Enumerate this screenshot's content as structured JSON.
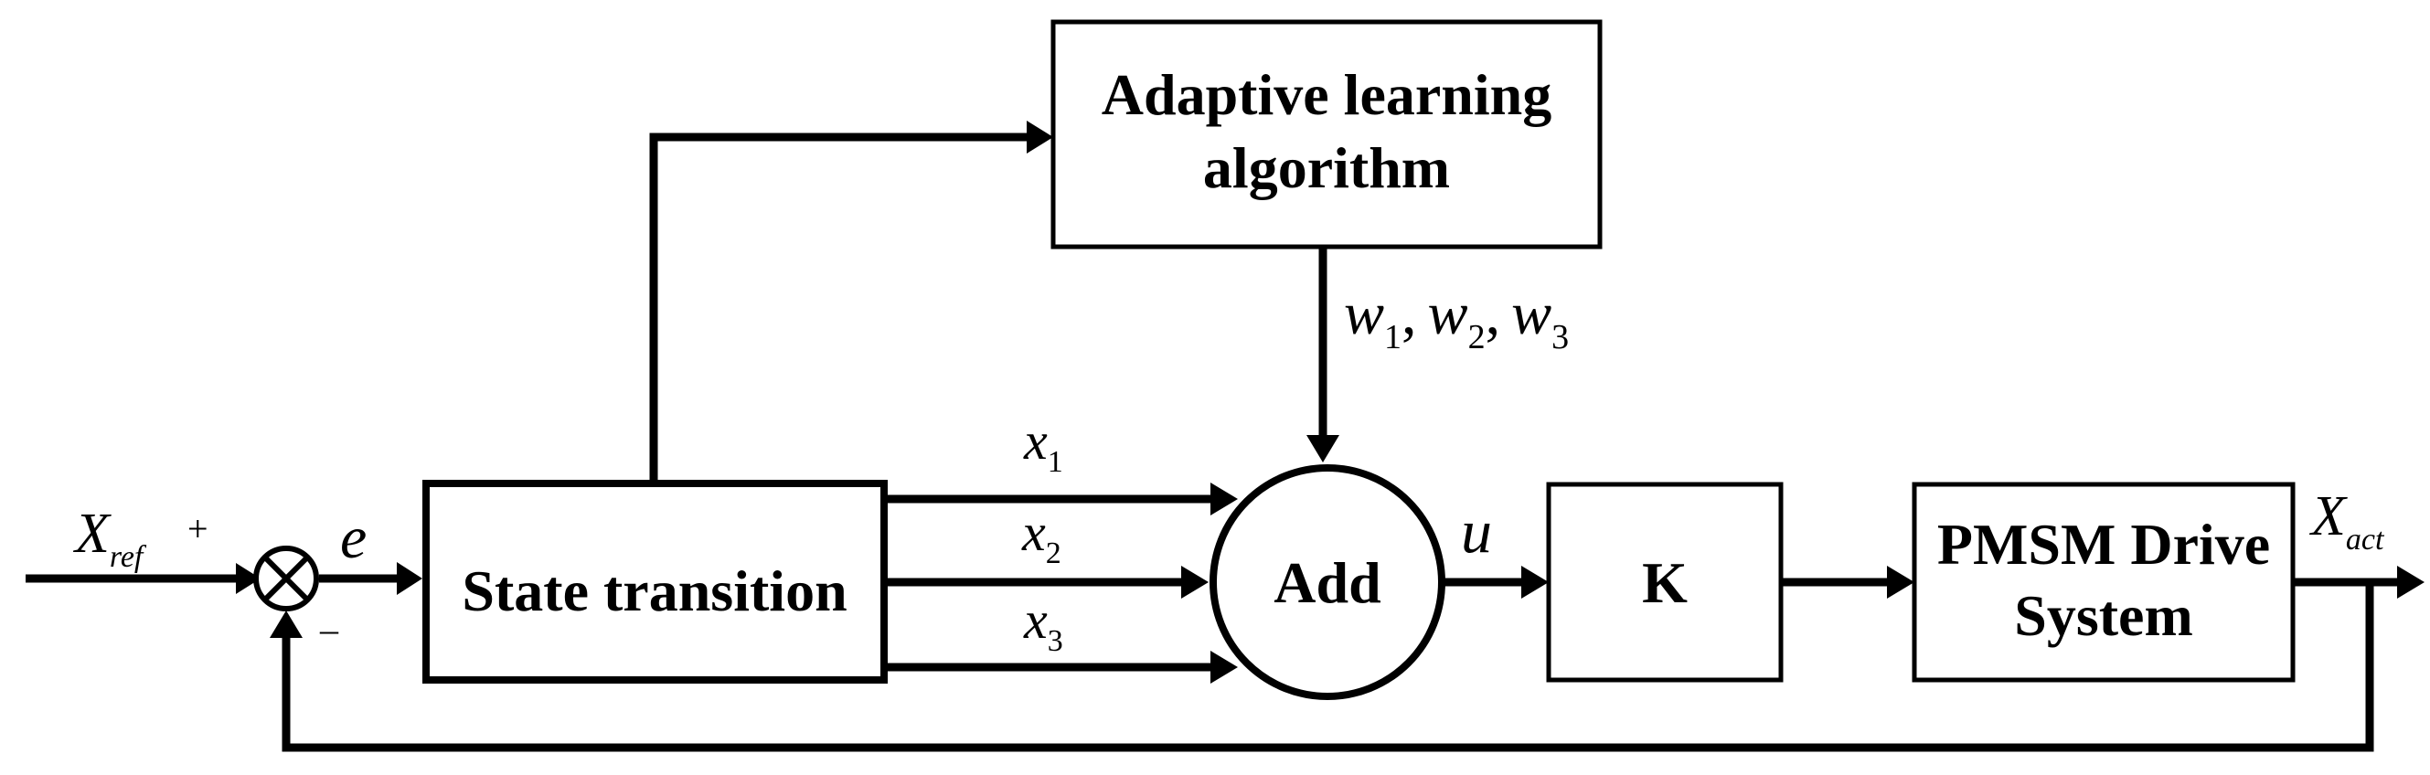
{
  "blocks": {
    "adaptive_line1": "Adaptive learning",
    "adaptive_line2": "algorithm",
    "state_transition": "State transition",
    "add": "Add",
    "gain": "K",
    "pmsm_line1": "PMSM Drive",
    "pmsm_line2": "System"
  },
  "signals": {
    "x_ref_base": "X",
    "x_ref_sub": "ref",
    "plus": "+",
    "minus": "–",
    "error": "e",
    "x_base": "x",
    "x1_sub": "1",
    "x2_sub": "2",
    "x3_sub": "3",
    "w_base": "w",
    "w1_sub": "1",
    "w2_sub": "2",
    "w3_sub": "3",
    "sep": ",",
    "u": "u",
    "x_act_base": "X",
    "x_act_sub": "act"
  }
}
